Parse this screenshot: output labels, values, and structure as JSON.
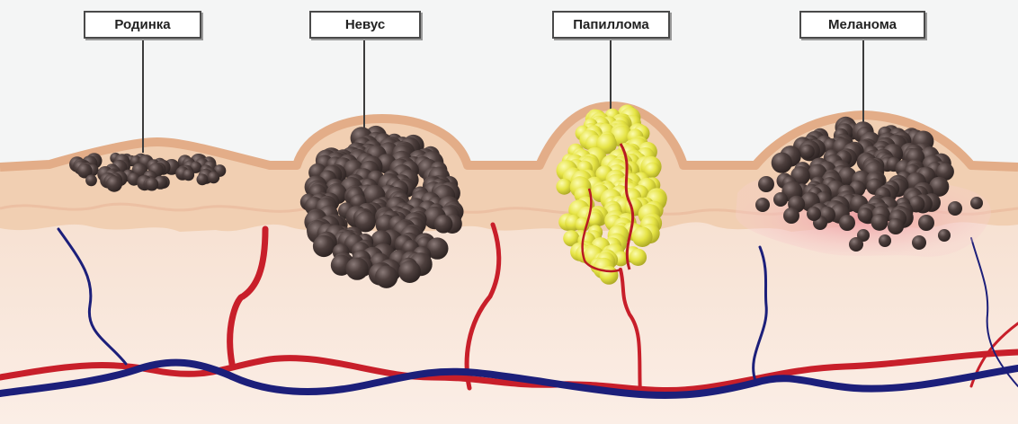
{
  "labels": {
    "rodinka": "Родинка",
    "nevus": "Невус",
    "papilloma": "Папиллома",
    "melanoma": "Меланома"
  },
  "colors": {
    "background": "#f4f5f5",
    "skin_surface": "#e6b591",
    "epidermis": "#f2d2b8",
    "dermis": "#f8e7dc",
    "mole_dark": "#4b3d3b",
    "papilloma_yellow": "#e4e244",
    "melanoma_halo": "#f0a6a8",
    "artery": "#c8202a",
    "vein": "#1a1e78"
  },
  "icons": [
    "rodinka-mole-shape",
    "nevus-mole-shape",
    "papilloma-growth-shape",
    "melanoma-tumor-shape"
  ]
}
